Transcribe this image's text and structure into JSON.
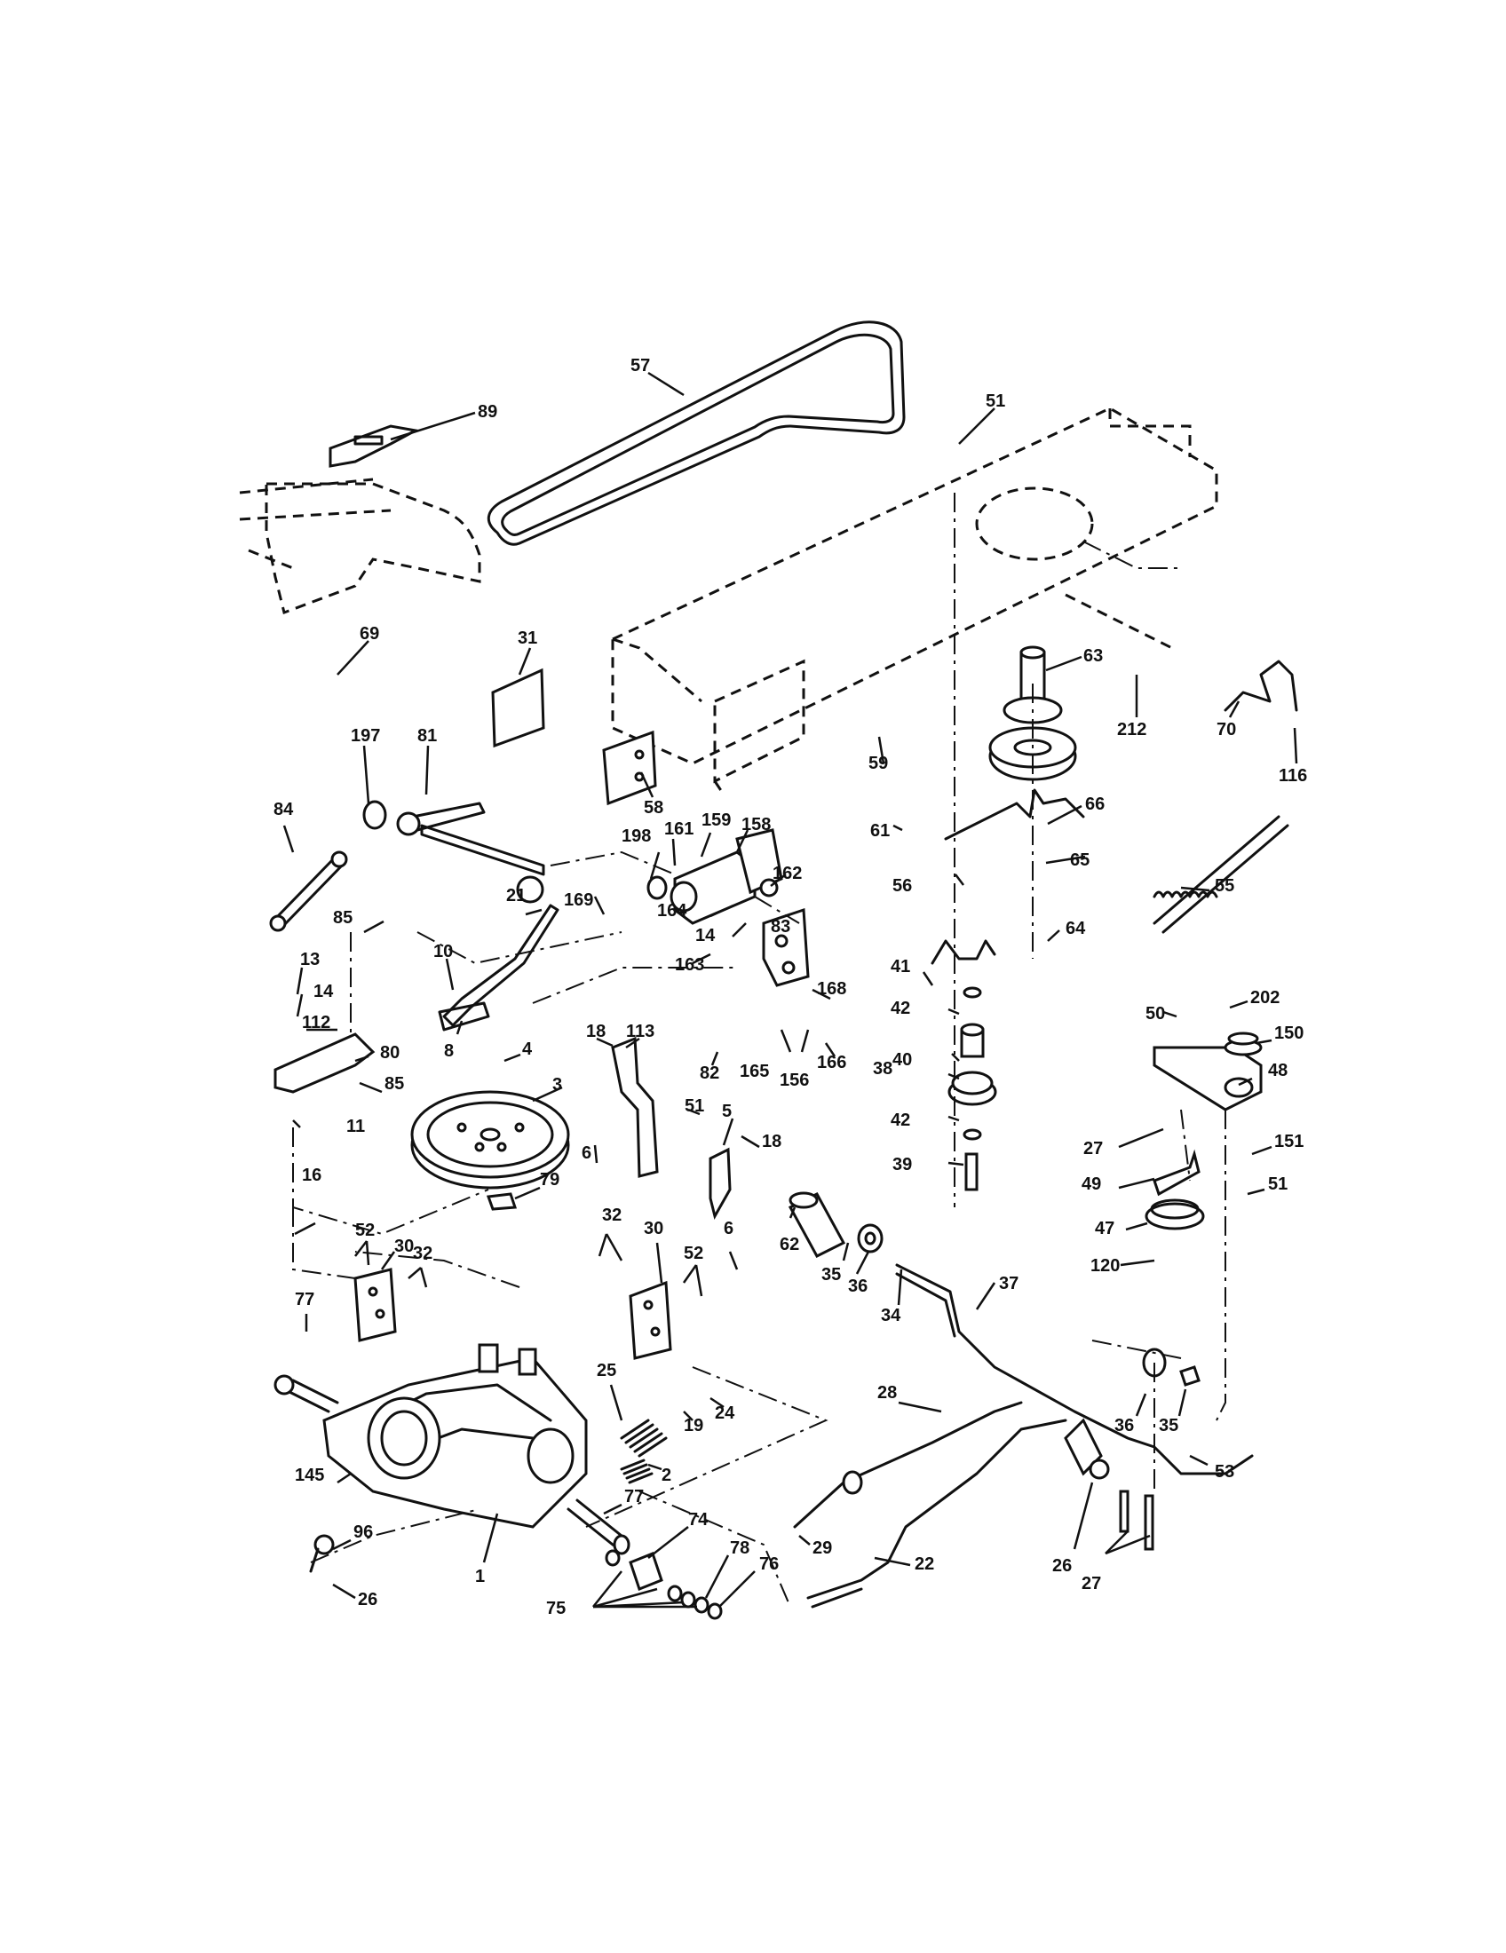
{
  "diagram": {
    "parts": [
      {
        "id": "p57",
        "label": "57"
      },
      {
        "id": "p89",
        "label": "89"
      },
      {
        "id": "p51a",
        "label": "51"
      },
      {
        "id": "p69",
        "label": "69"
      },
      {
        "id": "p31",
        "label": "31"
      },
      {
        "id": "p63",
        "label": "63"
      },
      {
        "id": "p212",
        "label": "212"
      },
      {
        "id": "p70",
        "label": "70"
      },
      {
        "id": "p116",
        "label": "116"
      },
      {
        "id": "p197",
        "label": "197"
      },
      {
        "id": "p81",
        "label": "81"
      },
      {
        "id": "p58",
        "label": "58"
      },
      {
        "id": "p59",
        "label": "59"
      },
      {
        "id": "p61",
        "label": "61"
      },
      {
        "id": "p66",
        "label": "66"
      },
      {
        "id": "p84",
        "label": "84"
      },
      {
        "id": "p198",
        "label": "198"
      },
      {
        "id": "p161",
        "label": "161"
      },
      {
        "id": "p159",
        "label": "159"
      },
      {
        "id": "p158",
        "label": "158"
      },
      {
        "id": "p162",
        "label": "162"
      },
      {
        "id": "p56",
        "label": "56"
      },
      {
        "id": "p65",
        "label": "65"
      },
      {
        "id": "p55",
        "label": "55"
      },
      {
        "id": "p85a",
        "label": "85"
      },
      {
        "id": "p21",
        "label": "21"
      },
      {
        "id": "p169",
        "label": "169"
      },
      {
        "id": "p164",
        "label": "164"
      },
      {
        "id": "p14a",
        "label": "14"
      },
      {
        "id": "p83",
        "label": "83"
      },
      {
        "id": "p64",
        "label": "64"
      },
      {
        "id": "p41",
        "label": "41"
      },
      {
        "id": "p10",
        "label": "10"
      },
      {
        "id": "p13",
        "label": "13"
      },
      {
        "id": "p163",
        "label": "163"
      },
      {
        "id": "p168",
        "label": "168"
      },
      {
        "id": "p42a",
        "label": "42"
      },
      {
        "id": "p14b",
        "label": "14"
      },
      {
        "id": "p112",
        "label": "112"
      },
      {
        "id": "p50",
        "label": "50"
      },
      {
        "id": "p202",
        "label": "202"
      },
      {
        "id": "p150",
        "label": "150"
      },
      {
        "id": "p18a",
        "label": "18"
      },
      {
        "id": "p113",
        "label": "113"
      },
      {
        "id": "p80",
        "label": "80"
      },
      {
        "id": "p8",
        "label": "8"
      },
      {
        "id": "p4",
        "label": "4"
      },
      {
        "id": "p82",
        "label": "82"
      },
      {
        "id": "p40",
        "label": "40"
      },
      {
        "id": "p165",
        "label": "165"
      },
      {
        "id": "p156",
        "label": "156"
      },
      {
        "id": "p166",
        "label": "166"
      },
      {
        "id": "p85b",
        "label": "85"
      },
      {
        "id": "p3",
        "label": "3"
      },
      {
        "id": "p51b",
        "label": "51"
      },
      {
        "id": "p38",
        "label": "38"
      },
      {
        "id": "p48",
        "label": "48"
      },
      {
        "id": "p11",
        "label": "11"
      },
      {
        "id": "p5",
        "label": "5"
      },
      {
        "id": "p42b",
        "label": "42"
      },
      {
        "id": "p27a",
        "label": "27"
      },
      {
        "id": "p151",
        "label": "151"
      },
      {
        "id": "p6a",
        "label": "6"
      },
      {
        "id": "p18b",
        "label": "18"
      },
      {
        "id": "p39",
        "label": "39"
      },
      {
        "id": "p49",
        "label": "49"
      },
      {
        "id": "p51c",
        "label": "51"
      },
      {
        "id": "p16",
        "label": "16"
      },
      {
        "id": "p79",
        "label": "79"
      },
      {
        "id": "p47",
        "label": "47"
      },
      {
        "id": "p52a",
        "label": "52"
      },
      {
        "id": "p6b",
        "label": "6"
      },
      {
        "id": "p32a",
        "label": "32"
      },
      {
        "id": "p30a",
        "label": "30"
      },
      {
        "id": "p30b",
        "label": "30"
      },
      {
        "id": "p32b",
        "label": "32"
      },
      {
        "id": "p62",
        "label": "62"
      },
      {
        "id": "p52b",
        "label": "52"
      },
      {
        "id": "p120",
        "label": "120"
      },
      {
        "id": "p35a",
        "label": "35"
      },
      {
        "id": "p37",
        "label": "37"
      },
      {
        "id": "p36a",
        "label": "36"
      },
      {
        "id": "p77a",
        "label": "77"
      },
      {
        "id": "p34",
        "label": "34"
      },
      {
        "id": "p25",
        "label": "25"
      },
      {
        "id": "p24",
        "label": "24"
      },
      {
        "id": "p28",
        "label": "28"
      },
      {
        "id": "p36b",
        "label": "36"
      },
      {
        "id": "p35b",
        "label": "35"
      },
      {
        "id": "p19",
        "label": "19"
      },
      {
        "id": "p2",
        "label": "2"
      },
      {
        "id": "p53",
        "label": "53"
      },
      {
        "id": "p145",
        "label": "145"
      },
      {
        "id": "p77b",
        "label": "77"
      },
      {
        "id": "p74",
        "label": "74"
      },
      {
        "id": "p29",
        "label": "29"
      },
      {
        "id": "p26a",
        "label": "26"
      },
      {
        "id": "p27b",
        "label": "27"
      },
      {
        "id": "p96",
        "label": "96"
      },
      {
        "id": "p1",
        "label": "1"
      },
      {
        "id": "p78",
        "label": "78"
      },
      {
        "id": "p76",
        "label": "76"
      },
      {
        "id": "p22",
        "label": "22"
      },
      {
        "id": "p26b",
        "label": "26"
      },
      {
        "id": "p75",
        "label": "75"
      }
    ]
  }
}
